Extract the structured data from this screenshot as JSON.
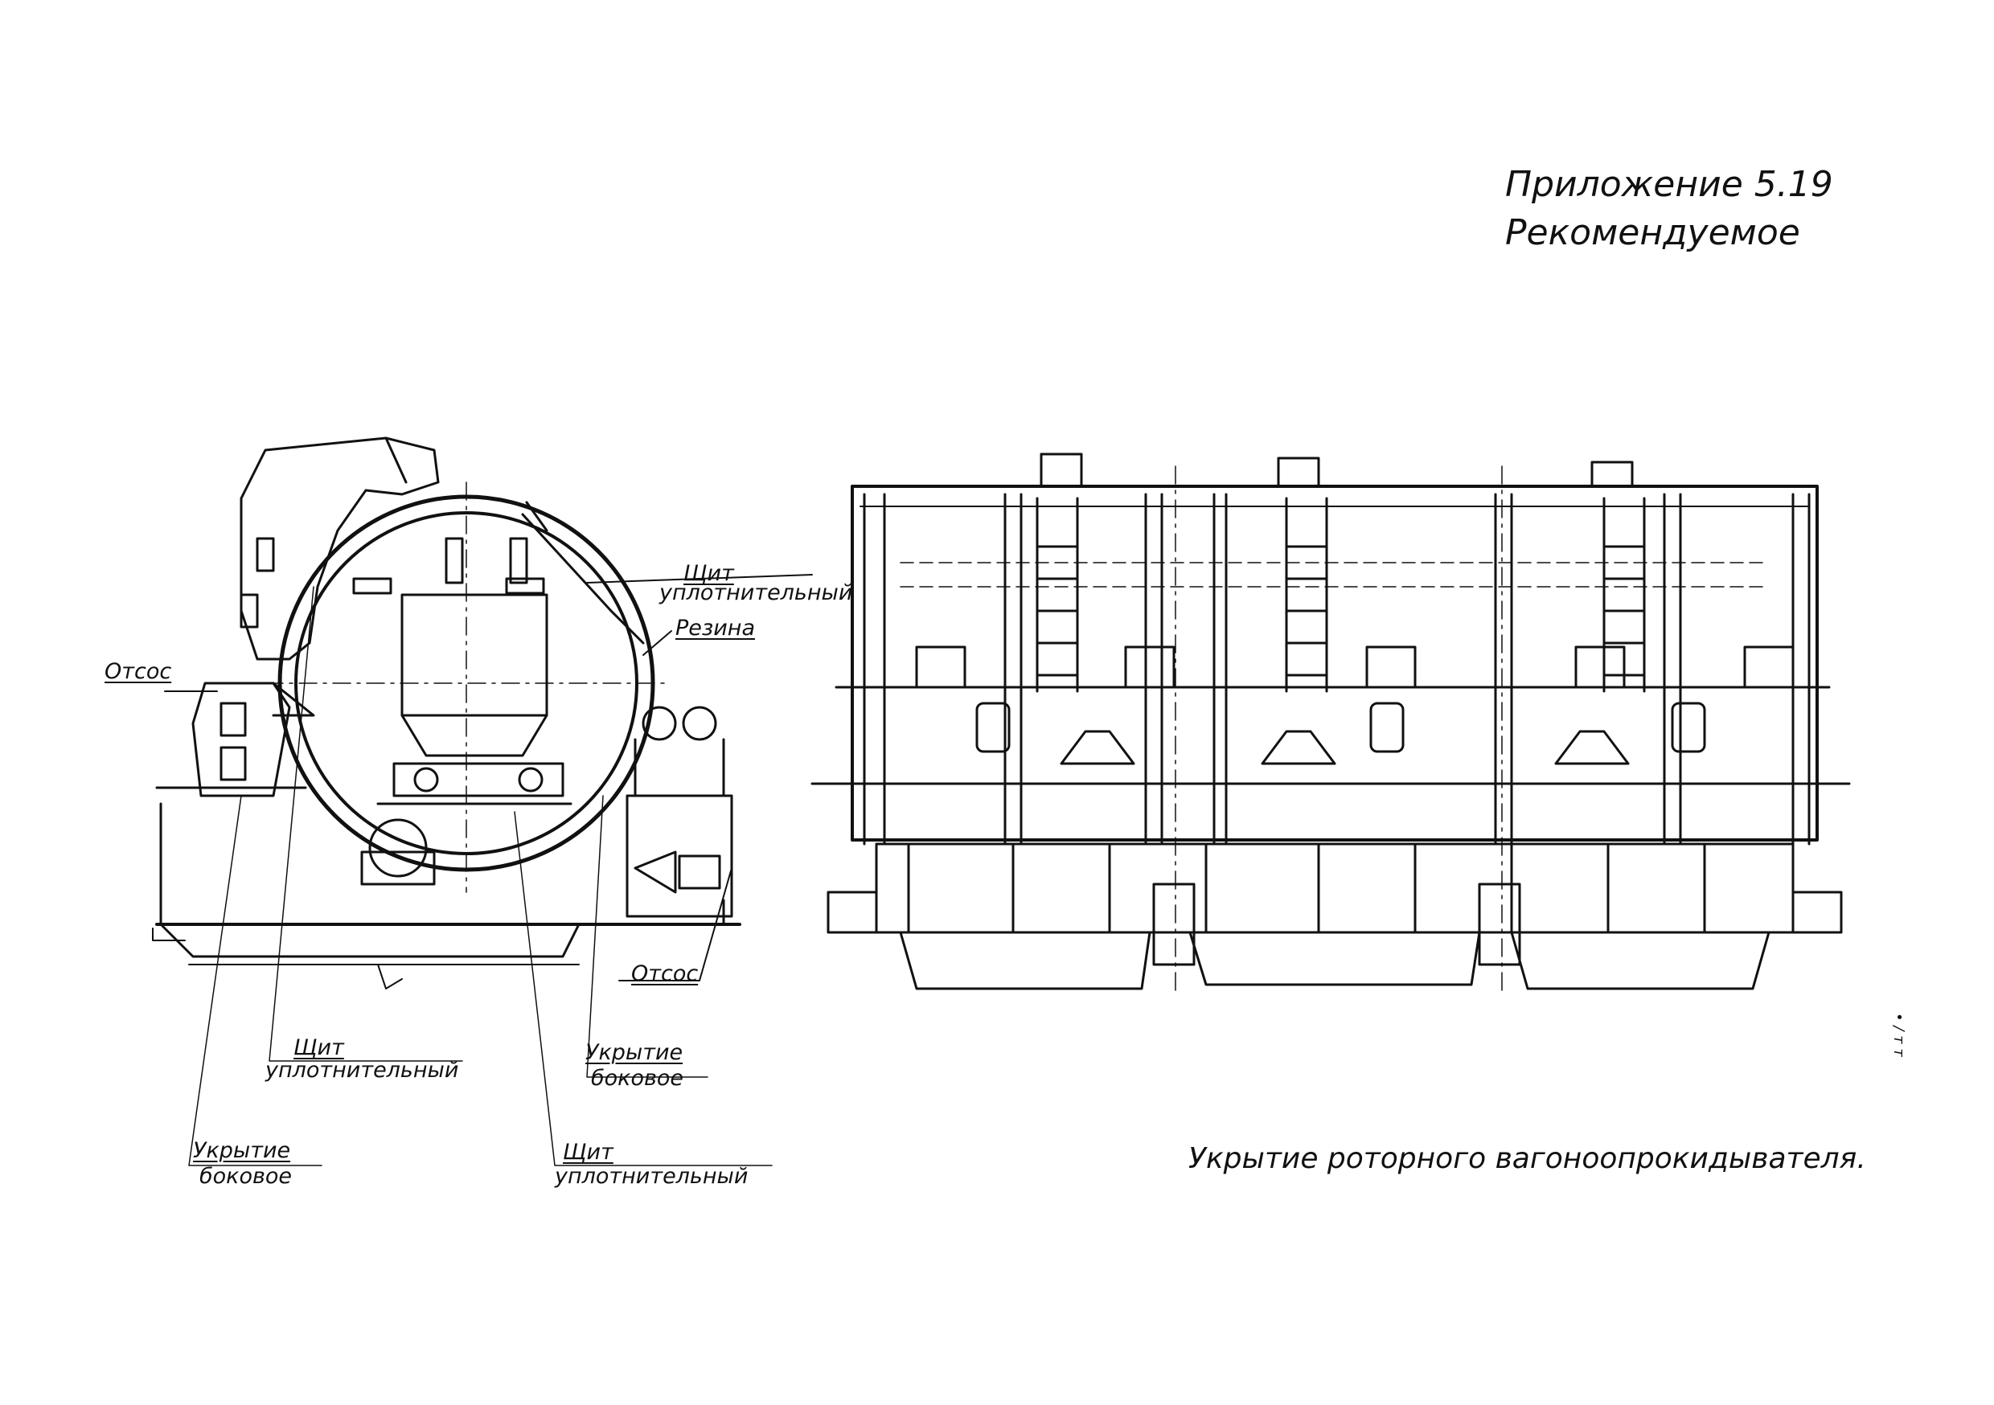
{
  "header": {
    "appendix": "Приложение 5.19",
    "status": "Рекомендуемое"
  },
  "caption": "Укрытие роторного вагоноопрокидывателя.",
  "labels": {
    "otsos_left": "Отсос",
    "otsos_bottom": "Отсос",
    "shchit_top_1": "Щит",
    "shchit_top_2": "уплотнительный",
    "rezina": "Резина",
    "shchit_a_1": "Щит",
    "shchit_a_2": "уплотнительный",
    "ukrytie_a_1": "Укрытие",
    "ukrytie_a_2": "боковое",
    "ukrytie_b_1": "Укрытие",
    "ukrytie_b_2": "боковое",
    "shchit_b_1": "Щит",
    "shchit_b_2": "уплотнительный"
  },
  "margin_mark": "• / т т"
}
